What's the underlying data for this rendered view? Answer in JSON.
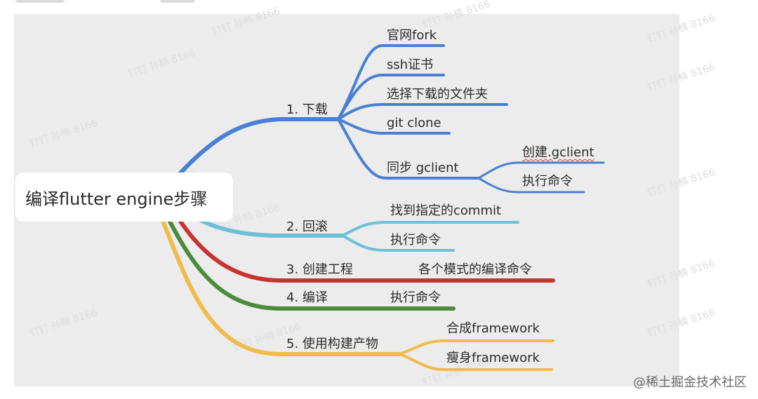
{
  "root": "编译flutter engine步骤",
  "branches": {
    "download": {
      "label": "1. 下载",
      "children": [
        "官网fork",
        "ssh证书",
        "选择下载的文件夹",
        "git clone",
        "同步 gclient"
      ],
      "sync_children": [
        "创建.gclient",
        "执行命令"
      ]
    },
    "rollback": {
      "label": "2. 回滚",
      "children": [
        "找到指定的commit",
        "执行命令"
      ]
    },
    "create": {
      "label": "3. 创建工程",
      "children": [
        "各个模式的编译命令"
      ]
    },
    "compile": {
      "label": "4. 编译",
      "children": [
        "执行命令"
      ]
    },
    "use": {
      "label": "5. 使用构建产物",
      "children": [
        "合成framework",
        "瘦身framework"
      ]
    }
  },
  "watermark": "钉钉 孙楠 8166",
  "credit": "@稀土掘金技术社区",
  "colors": {
    "download": "#4a7fd3",
    "rollback": "#6ec0d6",
    "create": "#c73330",
    "compile": "#4a8c3b",
    "use": "#f0bb4a"
  }
}
